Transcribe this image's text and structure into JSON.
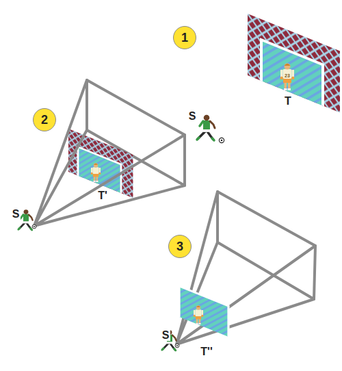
{
  "diagram": {
    "nodes": [
      {
        "text": [
          "1"
        ]
      },
      {
        "text": [
          "2"
        ]
      },
      {
        "text": [
          "3"
        ]
      }
    ],
    "labels": [
      "23",
      "T",
      "S",
      "T'",
      "S",
      "S",
      "T''"
    ]
  }
}
